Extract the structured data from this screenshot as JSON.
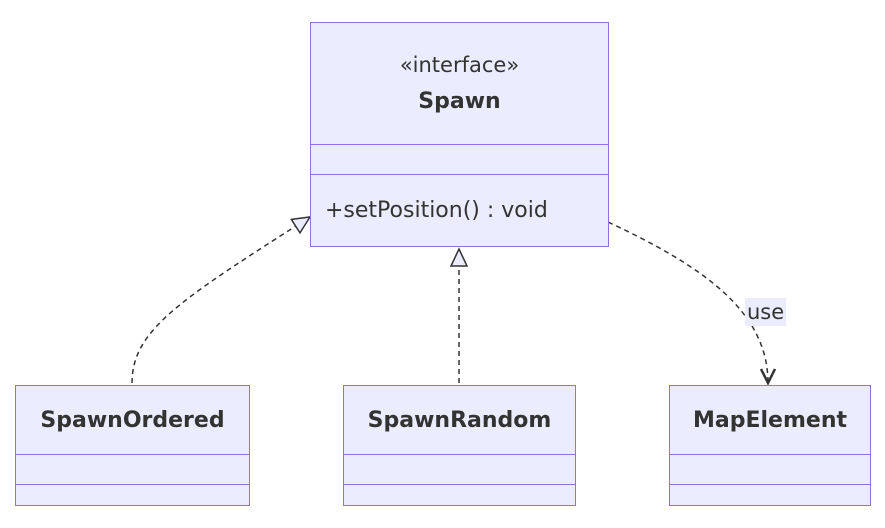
{
  "classes": {
    "spawn": {
      "stereotype": "«interface»",
      "name": "Spawn",
      "methods": [
        "+setPosition() : void"
      ]
    },
    "spawn_ordered": {
      "name": "SpawnOrdered"
    },
    "spawn_random": {
      "name": "SpawnRandom"
    },
    "map_element": {
      "name": "MapElement"
    }
  },
  "relations": [
    {
      "from": "SpawnOrdered",
      "to": "Spawn",
      "type": "realization",
      "label": ""
    },
    {
      "from": "SpawnRandom",
      "to": "Spawn",
      "type": "realization",
      "label": ""
    },
    {
      "from": "Spawn",
      "to": "MapElement",
      "type": "dependency",
      "label": "use"
    }
  ],
  "colors": {
    "fill": "#ececff",
    "stroke": "#9370db",
    "text": "#333333",
    "edge": "#333333"
  }
}
